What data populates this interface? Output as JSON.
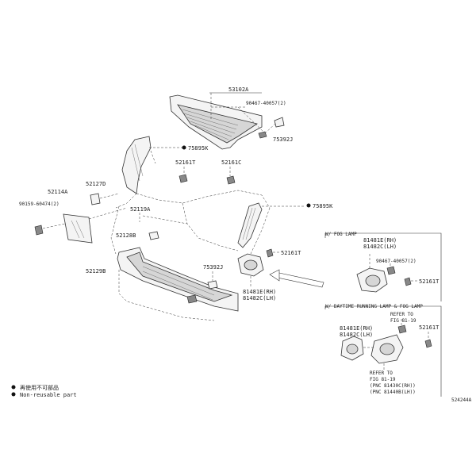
{
  "labels": {
    "p53102a": "53102A",
    "p90467_40057_top": "90467-40057(2)",
    "p75392j_top": "75392J",
    "p75895k_left": "75895K",
    "p52161t_mid": "52161T",
    "p52161c": "52161C",
    "p52127d": "52127D",
    "p52114a": "52114A",
    "p90159_60474": "90159-60474(2)",
    "p75895k_right": "75895K",
    "p52119a": "52119A",
    "p52128b": "52128B",
    "p52161t_lower": "52161T",
    "p52129b": "52129B",
    "p75392j_lower": "75392J",
    "p81481e_center": "81481E(RH)",
    "p81482c_center": "81482C(LH)"
  },
  "box_fog": {
    "title": "W/ FOG LAMP",
    "p81481e": "81481E(RH)",
    "p81482c": "81482C(LH)",
    "p90467": "90467-40057(2)",
    "p52161t": "52161T"
  },
  "box_drl": {
    "title": "W/ DAYTIME RUNNING LAMP & FOG LAMP",
    "refer_top_1": "REFER TO",
    "refer_top_2": "FIG 81-19",
    "p81481e": "81481E(RH)",
    "p81482c": "81482C(LH)",
    "p52161t": "52161T",
    "refer_bottom_1": "REFER TO",
    "refer_bottom_2": "FIG 81-19",
    "refer_bottom_3": "(PNC 81430C(RH))",
    "refer_bottom_4": "(PNC 81440B(LH))"
  },
  "legend": {
    "item1": "再使用不可部品",
    "item2": "Non-reusable part"
  },
  "diagram_id": "524244A"
}
